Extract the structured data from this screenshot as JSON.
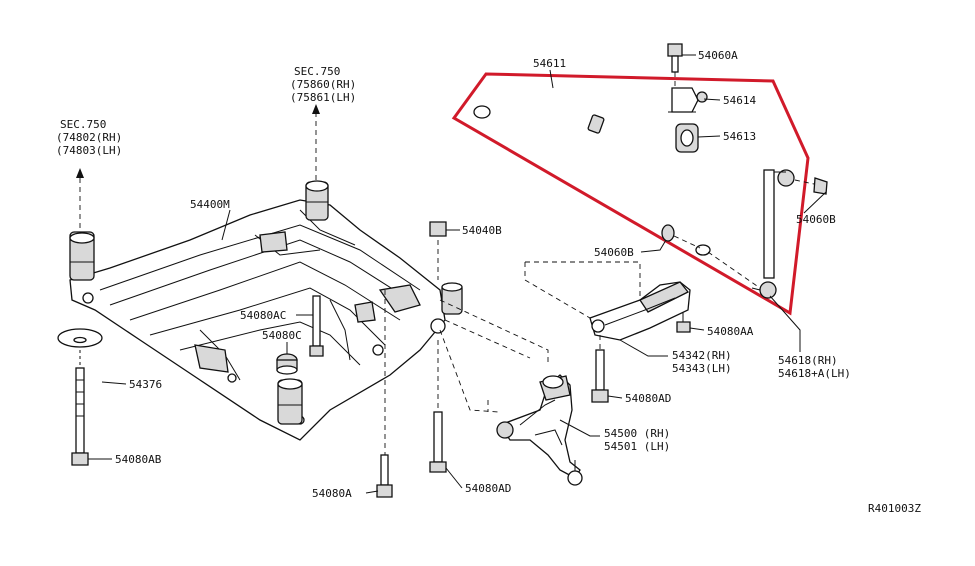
{
  "diagram": {
    "ref_code": "R401003Z",
    "highlight_color": "#d11a2a",
    "labels": {
      "sec750_a_title": "SEC.750",
      "sec750_a_rh": "(74802(RH)",
      "sec750_a_lh": "(74803(LH)",
      "sec750_b_title": "SEC.750",
      "sec750_b_rh": "(75860(RH)",
      "sec750_b_lh": "(75861(LH)",
      "p54400M": "54400M",
      "p54376": "54376",
      "p54080AB": "54080AB",
      "p54080AC": "54080AC",
      "p54080C": "54080C",
      "p54040B": "54040B",
      "p54080A": "54080A",
      "p54080AD_a": "54080AD",
      "p54080AD_b": "54080AD",
      "p54611": "54611",
      "p54060A": "54060A",
      "p54614": "54614",
      "p54613": "54613",
      "p54060B_a": "54060B",
      "p54060B_b": "54060B",
      "p54618_rh": "54618(RH)",
      "p54618_lh": "54618+A(LH)",
      "p54342_rh": "54342(RH)",
      "p54343_lh": "54343(LH)",
      "p54080AA": "54080AA",
      "p54500_rh": "54500 (RH)",
      "p54501_lh": "54501 (LH)"
    }
  }
}
